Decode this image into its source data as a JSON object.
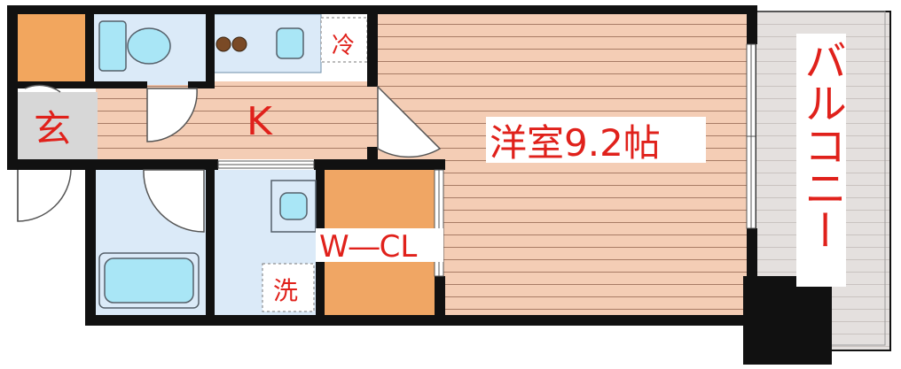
{
  "plan": {
    "colors": {
      "wall": "#111111",
      "floor_wood": "#f4cdb5",
      "floor_line": "#a87c66",
      "entry_orange": "#f2a65e",
      "closet_orange": "#f0a664",
      "wet_blue": "#dbeaf8",
      "fixture_cyan": "#a9e6f6",
      "genkan_grey": "#d7d7d7",
      "balcony_grey": "#e4e0de",
      "label_red": "#e0211b",
      "stove_brown": "#7a4a26"
    },
    "labels": {
      "genkan": "玄",
      "kitchen": "K",
      "fridge": "冷",
      "laundry": "洗",
      "walk_in_closet": "W―CL",
      "main_room": "洋室9.2帖",
      "balcony": "バルコニー"
    },
    "fixture_icons": [
      "toilet-icon",
      "stove-burners-icon",
      "sink-icon",
      "bathtub-icon",
      "washbasin-icon",
      "door-swing-icon",
      "sliding-door-icon"
    ]
  }
}
